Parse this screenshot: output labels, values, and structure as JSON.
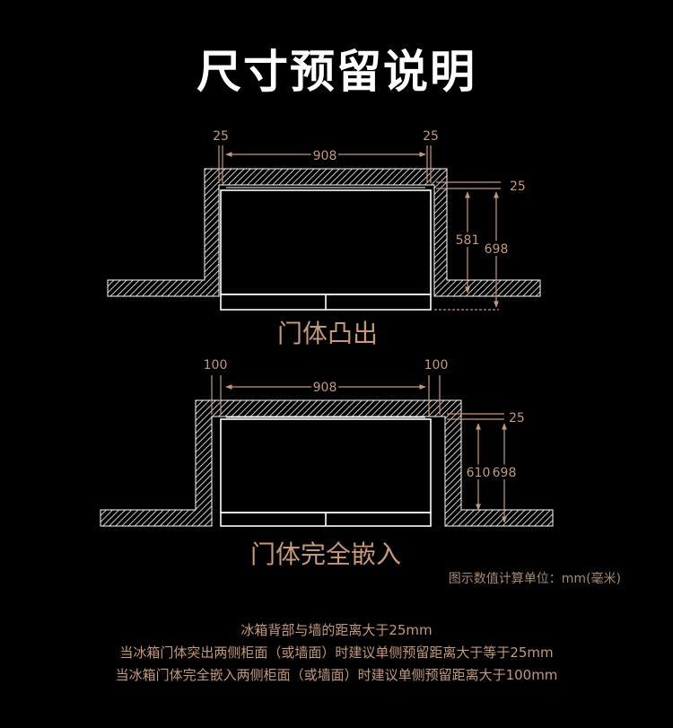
{
  "title": "尺寸预留说明",
  "colors": {
    "accent": "#c49a7a",
    "line": "#ffffff",
    "background": "#000000"
  },
  "top_diagram": {
    "caption": "门体凸出",
    "dims": {
      "left_gap": "25",
      "right_gap": "25",
      "width": "908",
      "back_gap": "25",
      "body_depth": "581",
      "total_depth": "698"
    }
  },
  "bottom_diagram": {
    "caption": "门体完全嵌入",
    "dims": {
      "left_gap": "100",
      "right_gap": "100",
      "width": "908",
      "back_gap": "25",
      "body_depth": "610",
      "total_depth": "698"
    }
  },
  "unit_note": "图示数值计算单位：mm(毫米)",
  "notes": [
    "冰箱背部与墙的距离大于25mm",
    "当冰箱门体突出两侧柜面（或墙面）时建议单侧预留距离大于等于25mm",
    "当冰箱门体完全嵌入两侧柜面（或墙面）时建议单侧预留距离大于100mm"
  ]
}
